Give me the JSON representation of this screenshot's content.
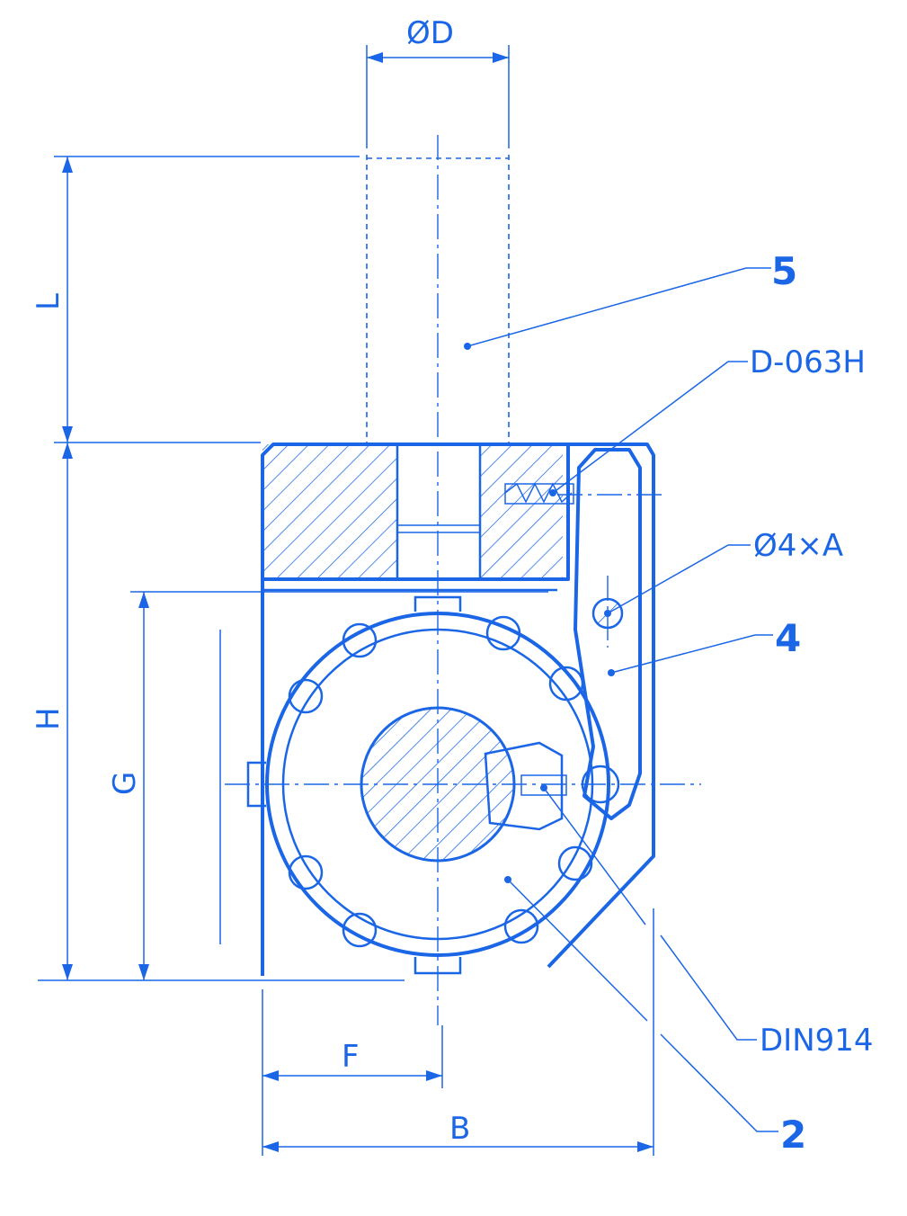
{
  "labels": {
    "diameter_d": "ØD",
    "l": "L",
    "h": "H",
    "g": "G",
    "f": "F",
    "b": "B",
    "part5": "5",
    "part4": "4",
    "part2": "2",
    "spring": "D-063H",
    "pin": "Ø4×A",
    "screw": "DIN914"
  },
  "colors": {
    "ink": "#1a66e6",
    "background": "#ffffff"
  }
}
